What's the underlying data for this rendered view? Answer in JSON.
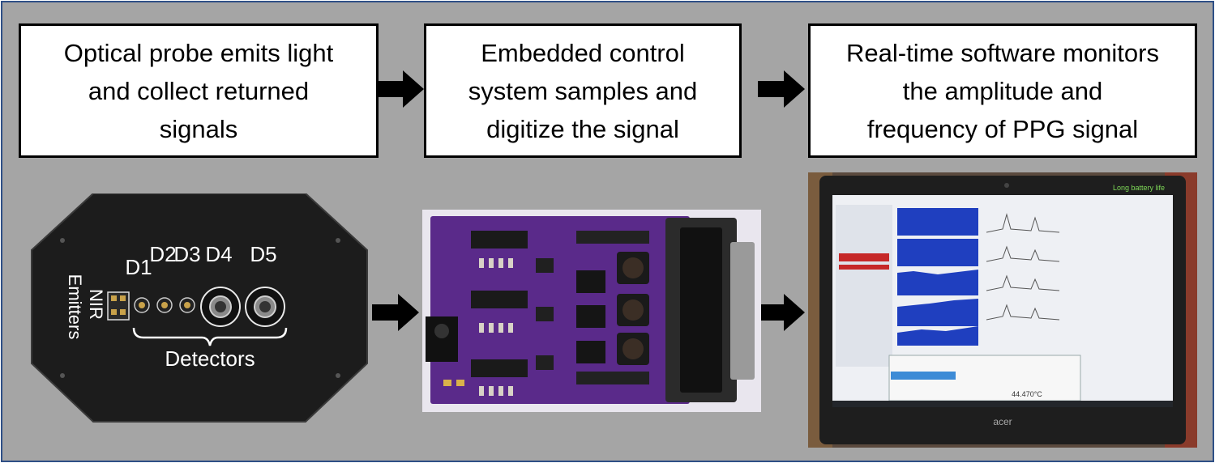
{
  "steps": [
    {
      "text": "Optical probe emits light\nand collect returned\nsignals"
    },
    {
      "text": "Embedded control\nsystem samples and\ndigitize the signal"
    },
    {
      "text": "Real-time software monitors\nthe amplitude and\nfrequency of PPG signal"
    }
  ],
  "probe": {
    "detector_labels": [
      "D1",
      "D2",
      "D3",
      "D4",
      "D5"
    ],
    "emitters_label": "NIR\nEmitters",
    "detectors_label": "Detectors"
  },
  "laptop": {
    "badge": "Long battery life",
    "brand": "acer",
    "temperature_readout": "44.470°C"
  },
  "colors": {
    "background": "#a5a5a5",
    "border": "#2e4f86",
    "probe_board": "#1c1c1c",
    "pcb": "#5a2a8a",
    "screen_signal": "#1f3fbf"
  }
}
